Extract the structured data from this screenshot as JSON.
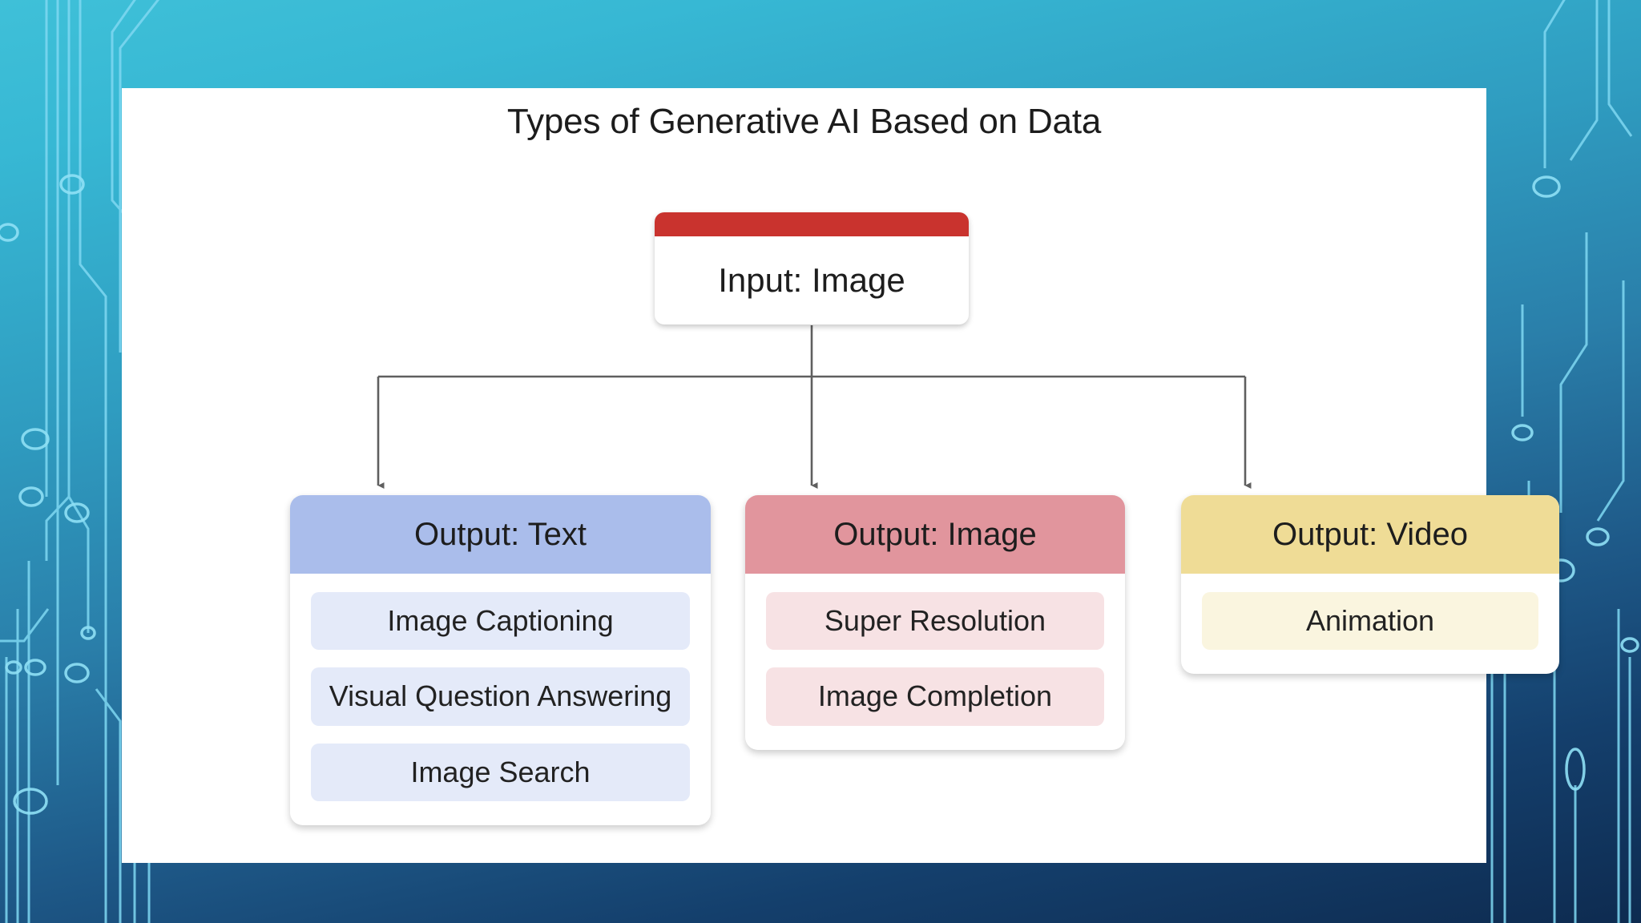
{
  "slide": {
    "title": "Types of Generative AI Based on Data",
    "background": {
      "top_color": "#3fc0d8",
      "bottom_color": "#0e2b50",
      "accent_trace_color": "#7fd8f2"
    },
    "panel_color": "#ffffff"
  },
  "diagram": {
    "type": "tree",
    "input": {
      "label": "Input: Image",
      "strip_color": "#c9332e",
      "body_color": "#ffffff"
    },
    "connector": {
      "line_color": "#5f5f5f",
      "arrow_count": 3
    },
    "outputs": [
      {
        "id": "text",
        "label": "Output: Text",
        "header_color": "#aabdeb",
        "pill_color": "#e4eaf9",
        "items": [
          "Image Captioning",
          "Visual Question Answering",
          "Image Search"
        ]
      },
      {
        "id": "image",
        "label": "Output: Image",
        "header_color": "#e1959d",
        "pill_color": "#f7e2e4",
        "items": [
          "Super Resolution",
          "Image Completion"
        ]
      },
      {
        "id": "video",
        "label": "Output: Video",
        "header_color": "#efdc96",
        "pill_color": "#faf5df",
        "items": [
          "Animation"
        ]
      }
    ]
  }
}
